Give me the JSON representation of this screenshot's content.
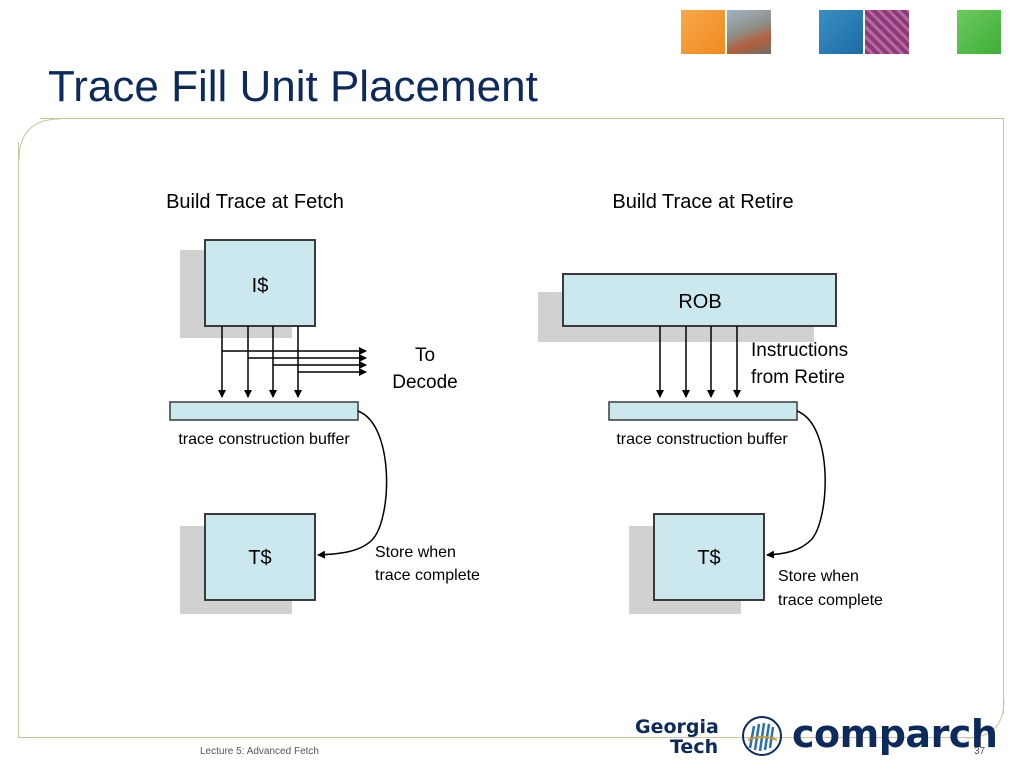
{
  "slide": {
    "title": "Trace Fill Unit Placement",
    "footer_left": "Lecture 5: Advanced Fetch",
    "page_number": "37"
  },
  "left_panel": {
    "heading": "Build Trace at Fetch",
    "icache_label": "I$",
    "to_decode_line1": "To",
    "to_decode_line2": "Decode",
    "buffer_label": "trace construction buffer",
    "tcache_label": "T$",
    "store_line1": "Store when",
    "store_line2": "trace complete"
  },
  "right_panel": {
    "heading": "Build Trace at Retire",
    "rob_label": "ROB",
    "instr_line1": "Instructions",
    "instr_line2": "from Retire",
    "buffer_label": "trace construction buffer",
    "tcache_label": "T$",
    "store_line1": "Store when",
    "store_line2": "trace complete"
  },
  "logos": {
    "georgia": "Georgia",
    "tech": "Tech",
    "comparch": "comparch"
  },
  "colors": {
    "title": "#0d2a5c",
    "box_fill": "#cce8ef",
    "box_stroke": "#3a3a3a",
    "shadow": "#bdbdbd"
  }
}
